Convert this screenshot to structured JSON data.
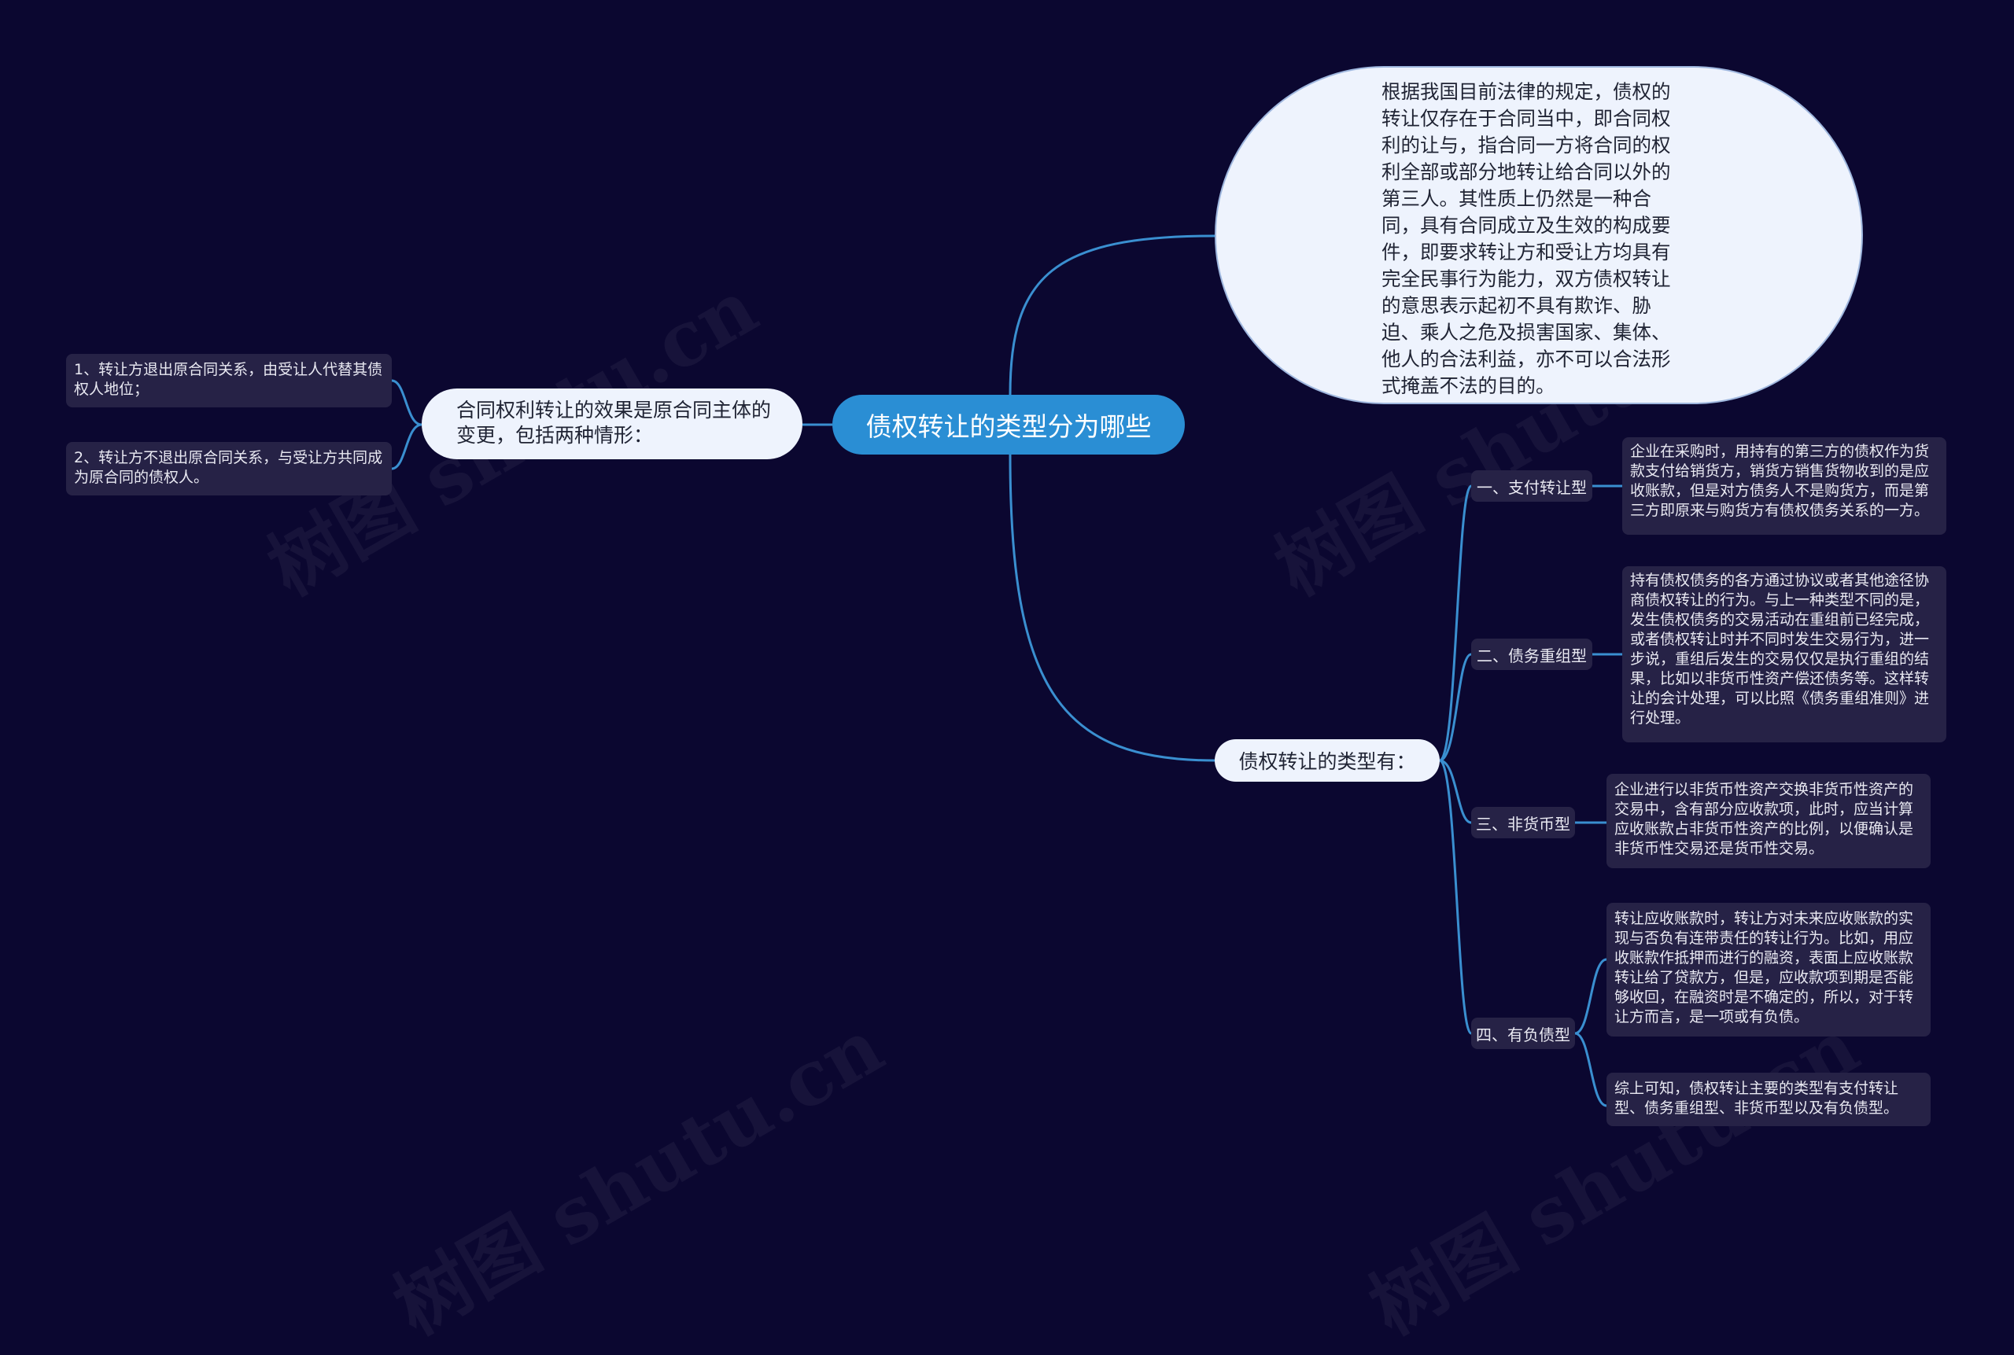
{
  "root": {
    "title": "债权转让的类型分为哪些"
  },
  "definition": {
    "text": "根据我国目前法律的规定，债权的转让仅存在于合同当中，即合同权利的让与，指合同一方将合同的权利全部或部分地转让给合同以外的第三人。其性质上仍然是一种合同，具有合同成立及生效的构成要件，即要求转让方和受让方均具有完全民事行为能力，双方债权转让的意思表示起初不具有欺诈、胁迫、乘人之危及损害国家、集体、他人的合法利益，亦不可以合法形式掩盖不法的目的。"
  },
  "effect": {
    "text": "合同权利转让的效果是原合同主体的变更，包括两种情形：",
    "items": [
      {
        "text": "1、转让方退出原合同关系，由受让人代替其债权人地位；"
      },
      {
        "text": "2、转让方不退出原合同关系，与受让方共同成为原合同的债权人。"
      }
    ]
  },
  "types": {
    "heading": "债权转让的类型有：",
    "items": [
      {
        "label": "一、支付转让型",
        "details": [
          "企业在采购时，用持有的第三方的债权作为货款支付给销货方，销货方销售货物收到的是应收账款，但是对方债务人不是购货方，而是第三方即原来与购货方有债权债务关系的一方。"
        ]
      },
      {
        "label": "二、债务重组型",
        "details": [
          "持有债权债务的各方通过协议或者其他途径协商债权转让的行为。与上一种类型不同的是，发生债权债务的交易活动在重组前已经完成，或者债权转让时并不同时发生交易行为，进一步说，重组后发生的交易仅仅是执行重组的结果，比如以非货币性资产偿还债务等。这样转让的会计处理，可以比照《债务重组准则》进行处理。"
        ]
      },
      {
        "label": "三、非货币型",
        "details": [
          "企业进行以非货币性资产交换非货币性资产的交易中，含有部分应收款项，此时，应当计算应收账款占非货币性资产的比例，以便确认是非货币性交易还是货币性交易。"
        ]
      },
      {
        "label": "四、有负债型",
        "details": [
          "转让应收账款时，转让方对未来应收账款的实现与否负有连带责任的转让行为。比如，用应收账款作抵押而进行的融资，表面上应收账款转让给了贷款方，但是，应收款项到期是否能够收回，在融资时是不确定的，所以，对于转让方而言，是一项或有负债。",
          "综上可知，债权转让主要的类型有支付转让型、债务重组型、非货币型以及有负债型。"
        ]
      }
    ]
  },
  "watermarks": [
    "树图 shutu.cn",
    "树图 shutu.cn",
    "树图 shutu.cn",
    "树图 shutu.cn"
  ],
  "colors": {
    "background": "#0b0730",
    "root": "#2a8ed4",
    "link": "#3a8fd0",
    "lightNode": "#eef3fd",
    "darkNode": "#262246"
  }
}
